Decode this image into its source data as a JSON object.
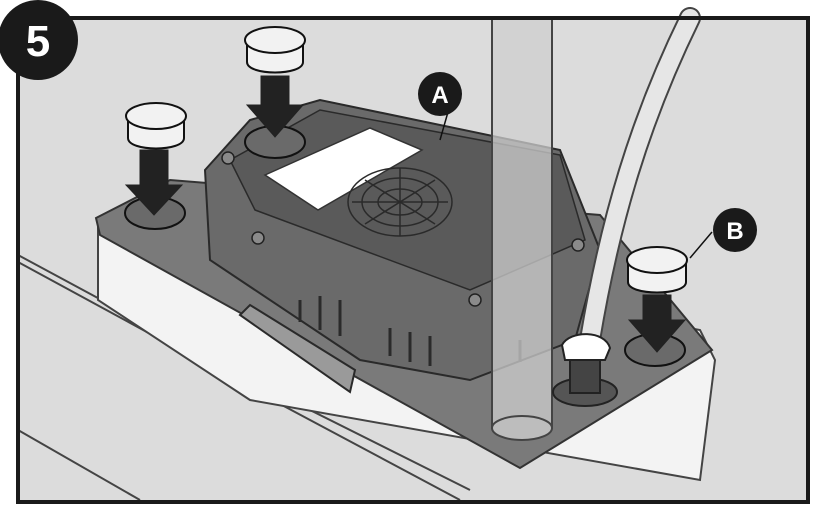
{
  "step": {
    "number": "5"
  },
  "callouts": [
    {
      "label": "A"
    },
    {
      "label": "B"
    }
  ],
  "colors": {
    "frame": "#1a1a1a",
    "background": "#dcdcdc",
    "pump_body": "#6a6a6a",
    "pump_dark": "#555555",
    "tray": "#7a7a7a",
    "label_panel": "#ffffff",
    "pipe": "#cfcfcf",
    "cap": "#f2f2f2",
    "arrow": "#222222",
    "badge": "#1a1a1a",
    "badge_text": "#ffffff"
  }
}
